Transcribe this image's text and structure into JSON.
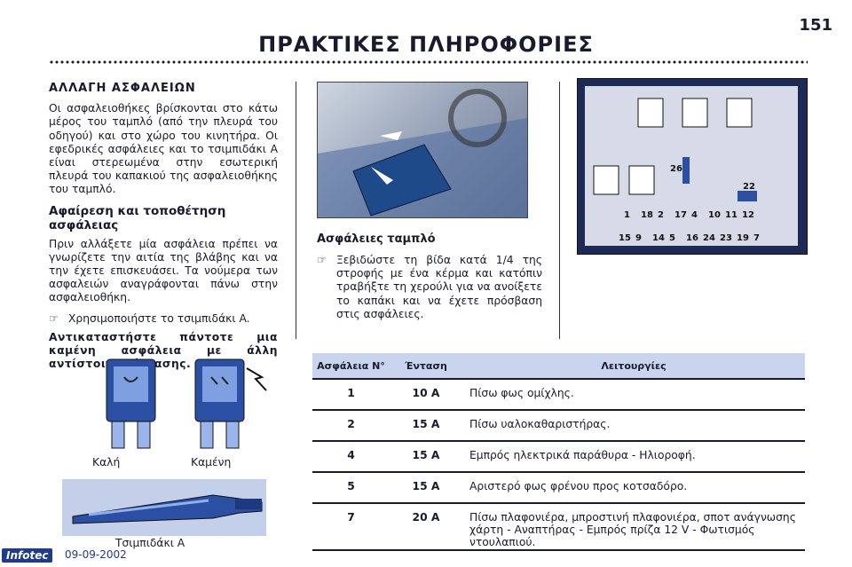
{
  "page_number": "151",
  "title": "ΠΡΑΚΤΙΚΕΣ ΠΛΗΡΟΦΟΡΙΕΣ",
  "left": {
    "heading": "ΑΛΛΑΓΗ ΑΣΦΑΛΕΙΩΝ",
    "intro": "Οι ασφαλειοθήκες βρίσκονται στο κάτω μέρος του ταμπλό (από την πλευρά του οδηγού) και στο χώρο του κινητήρα. Οι εφεδρικές ασφάλειες και το τσιμπιδάκι A είναι στερεωμένα στην εσωτερική πλευρά του καπακιού της ασφαλειοθήκης του ταμπλό.",
    "subheading": "Αφαίρεση και τοποθέτηση ασφάλειας",
    "para2": "Πριν αλλάξετε μία ασφάλεια πρέπει να γνωρίζετε την αιτία της βλάβης και να την έχετε επισκευάσει. Τα νούμερα των ασφαλειών αναγράφονται πάνω στην ασφαλειοθήκη.",
    "bullet_text": "Χρησιμοποιήστε το τσιμπιδάκι A.",
    "warning": "Αντικαταστήστε πάντοτε μια καμένη ασφάλεια με άλλη αντίστοιχης έντασης.",
    "label_good": "Καλή",
    "label_bad": "Καμένη",
    "label_tweezer": "Τσιμπιδάκι A"
  },
  "middle": {
    "caption": "Ασφάλειες ταμπλό",
    "bullet_text": "Ξεβιδώστε τη βίδα κατά 1/4 της στροφής με ένα κέρμα και κατόπιν τραβήξτε τη χερούλι για να ανοίξετε το καπάκι και να έχετε πρόσβαση στις ασφάλειες."
  },
  "fusebox": {
    "top_row": [
      "1",
      "18",
      "2",
      "17",
      "4",
      "10",
      "11",
      "12"
    ],
    "bottom_row": [
      "15",
      "9",
      "14",
      "5",
      "16",
      "24",
      "23",
      "19",
      "7"
    ],
    "label_26": "26",
    "label_22": "22"
  },
  "table": {
    "headers": [
      "Ασφάλεια N°",
      "Ένταση",
      "Λειτουργίες"
    ],
    "rows": [
      {
        "n": "1",
        "amp": "10 A",
        "fn": "Πίσω φως ομίχλης."
      },
      {
        "n": "2",
        "amp": "15 A",
        "fn": "Πίσω υαλοκαθαριστήρας."
      },
      {
        "n": "4",
        "amp": "15 A",
        "fn": "Εμπρός ηλεκτρικά παράθυρα - Ηλιοροφή."
      },
      {
        "n": "5",
        "amp": "15 A",
        "fn": "Αριστερό φως φρένου προς κοτσαδόρο."
      },
      {
        "n": "7",
        "amp": "20 A",
        "fn": "Πίσω πλαφονιέρα, μπροστινή πλαφονιέρα, σποτ ανάγνωσης χάρτη - Αναπτήρας - Εμπρός πρίζα 12 V - Φωτισμός ντουλαπιού."
      }
    ]
  },
  "footer": {
    "logo": "Infotec",
    "date": "09-09-2002"
  },
  "colors": {
    "text": "#1a1a2e",
    "table_header": "#c9d5ee",
    "footer_blue": "#1f3c8c"
  }
}
